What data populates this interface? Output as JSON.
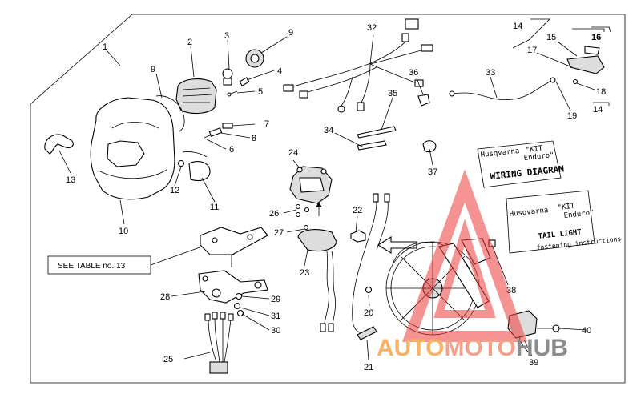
{
  "callouts": [
    {
      "id": "1",
      "label": "1"
    },
    {
      "id": "2",
      "label": "2"
    },
    {
      "id": "3",
      "label": "3"
    },
    {
      "id": "4",
      "label": "4"
    },
    {
      "id": "5",
      "label": "5"
    },
    {
      "id": "6",
      "label": "6"
    },
    {
      "id": "7",
      "label": "7"
    },
    {
      "id": "8",
      "label": "8"
    },
    {
      "id": "9a",
      "label": "9"
    },
    {
      "id": "9b",
      "label": "9"
    },
    {
      "id": "10",
      "label": "10"
    },
    {
      "id": "11",
      "label": "11"
    },
    {
      "id": "12",
      "label": "12"
    },
    {
      "id": "13",
      "label": "13"
    },
    {
      "id": "14a",
      "label": "14"
    },
    {
      "id": "14b",
      "label": "14"
    },
    {
      "id": "15",
      "label": "15"
    },
    {
      "id": "16",
      "label": "16"
    },
    {
      "id": "17",
      "label": "17"
    },
    {
      "id": "18",
      "label": "18"
    },
    {
      "id": "19",
      "label": "19"
    },
    {
      "id": "20",
      "label": "20"
    },
    {
      "id": "21",
      "label": "21"
    },
    {
      "id": "22",
      "label": "22"
    },
    {
      "id": "23",
      "label": "23"
    },
    {
      "id": "24",
      "label": "24"
    },
    {
      "id": "25",
      "label": "25"
    },
    {
      "id": "26",
      "label": "26"
    },
    {
      "id": "27",
      "label": "27"
    },
    {
      "id": "28",
      "label": "28"
    },
    {
      "id": "29",
      "label": "29"
    },
    {
      "id": "30",
      "label": "30"
    },
    {
      "id": "31",
      "label": "31"
    },
    {
      "id": "32",
      "label": "32"
    },
    {
      "id": "33",
      "label": "33"
    },
    {
      "id": "34",
      "label": "34"
    },
    {
      "id": "35",
      "label": "35"
    },
    {
      "id": "36",
      "label": "36"
    },
    {
      "id": "37",
      "label": "37"
    },
    {
      "id": "38",
      "label": "38"
    },
    {
      "id": "39",
      "label": "39"
    },
    {
      "id": "40",
      "label": "40"
    }
  ],
  "see_table": "SEE TABLE no. 13",
  "kit_wiring": {
    "brand": "Husqvarna",
    "kit": "\"KIT",
    "enduro": "Enduro\"",
    "title": "WIRING DIAGRAM"
  },
  "kit_tail": {
    "brand": "Husqvarna",
    "kit": "\"KIT",
    "enduro": "Enduro\"",
    "line1": "TAIL LIGHT",
    "line2": "fastening instructions"
  },
  "watermark": {
    "part1": "AUTO",
    "part2": "MOTO",
    "part3": "HUB",
    "color_main": "#f7b267",
    "color_mid": "#f4a18c",
    "color_hub": "#8c8c8c",
    "triangle_color": "#ee3b3b"
  }
}
